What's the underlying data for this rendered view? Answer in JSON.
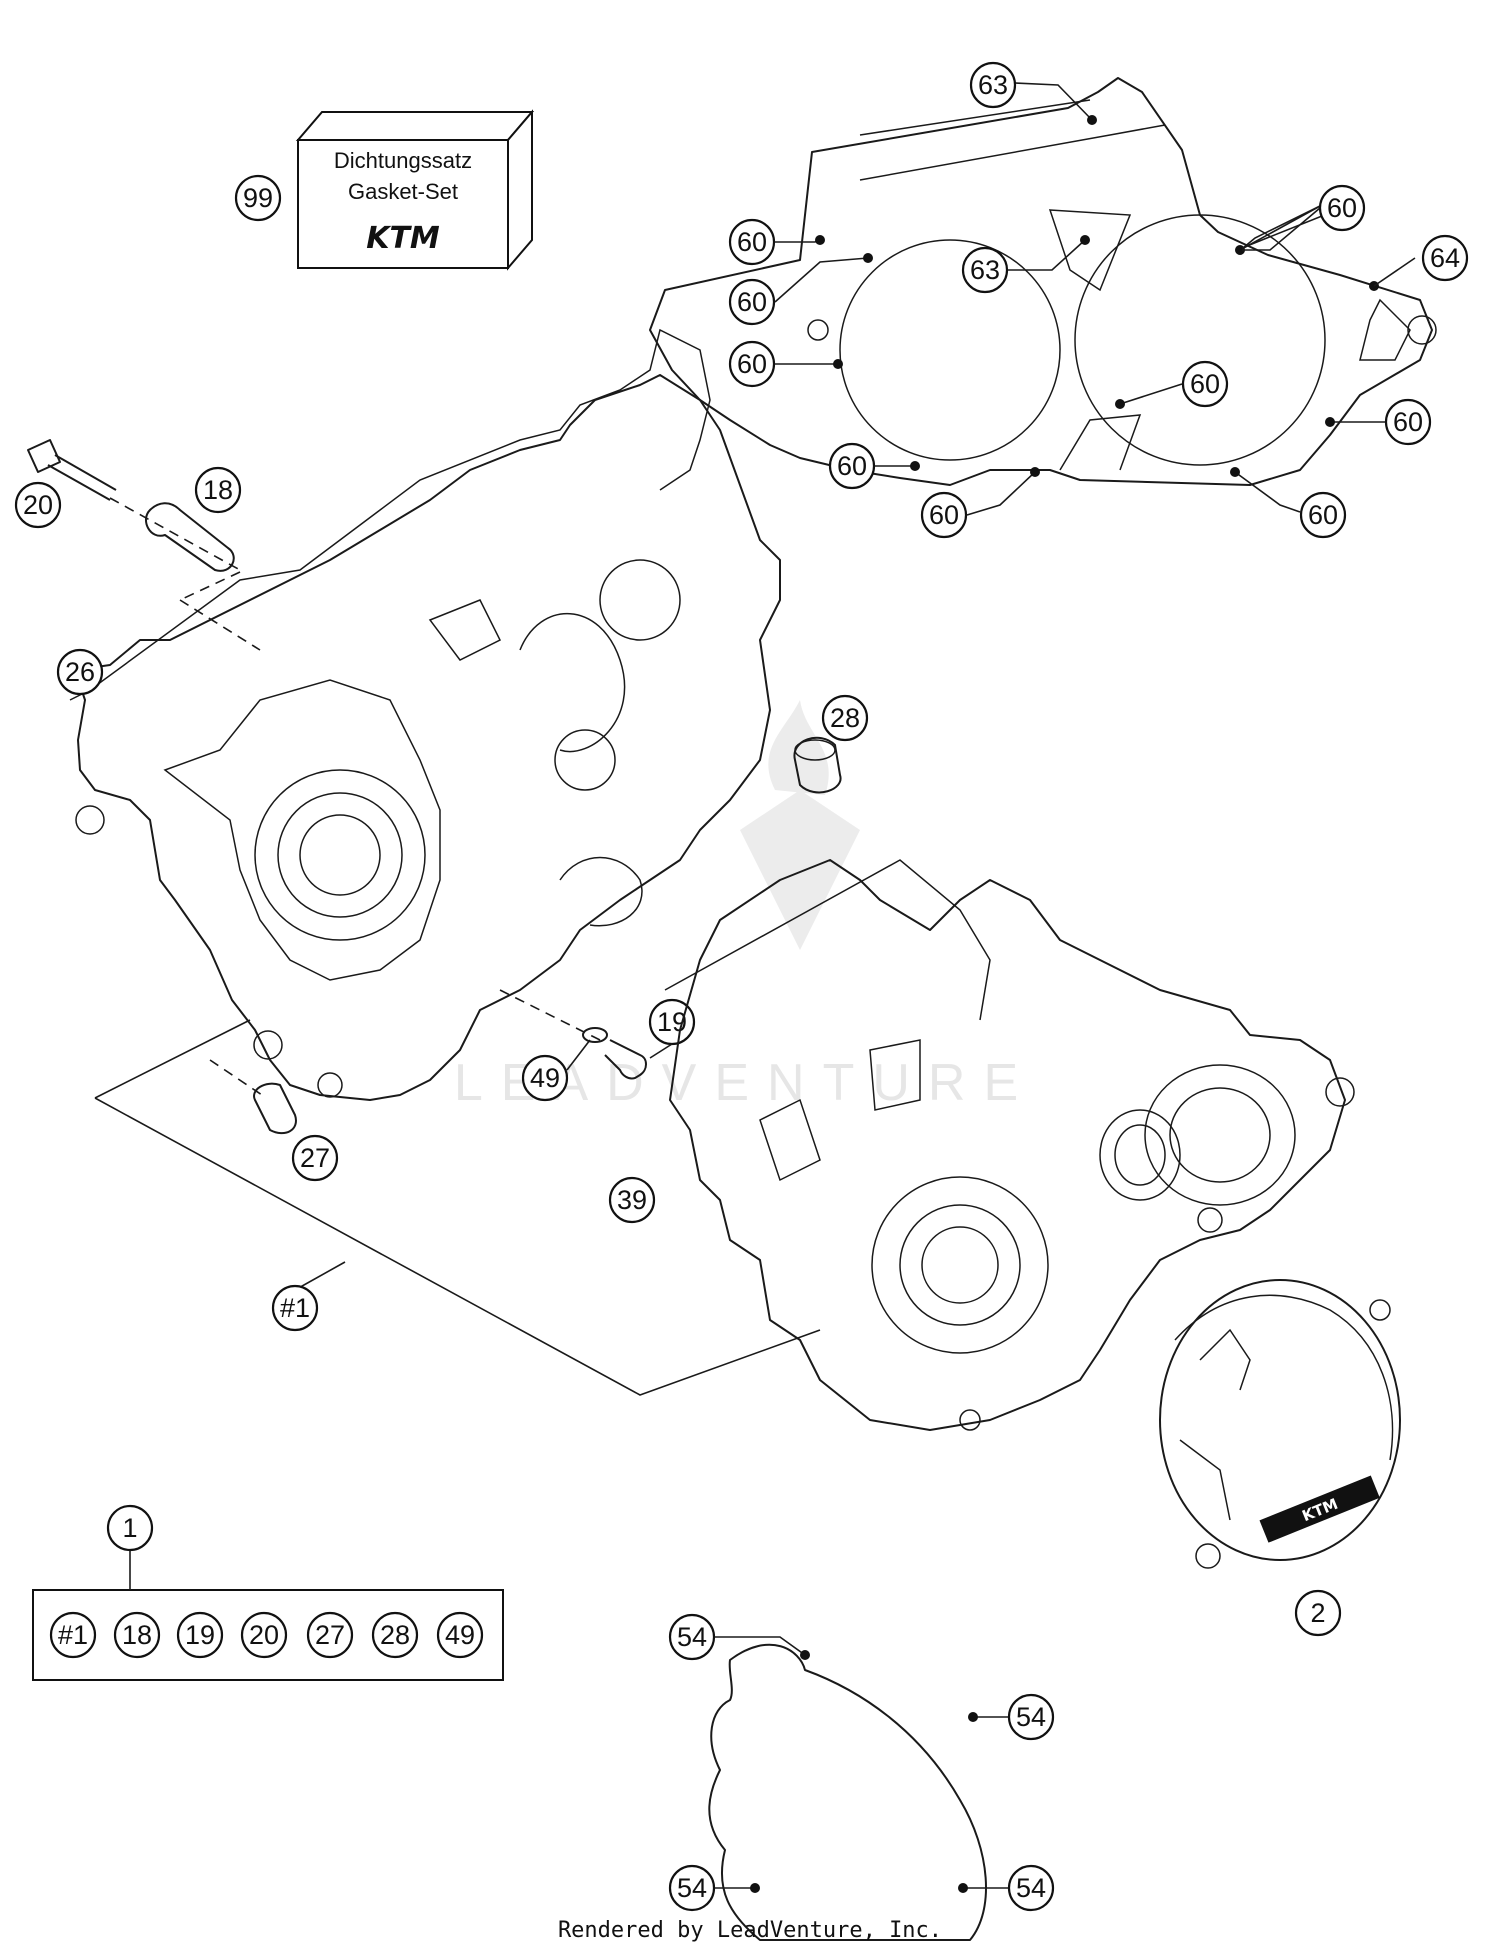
{
  "kit_box": {
    "line1": "Dichtungssatz",
    "line2": "Gasket-Set",
    "logo_text": "KTM"
  },
  "callouts": {
    "c99": "99",
    "c63a": "63",
    "c63b": "63",
    "c64": "64",
    "c60a": "60",
    "c60b": "60",
    "c60c": "60",
    "c60d": "60",
    "c60e": "60",
    "c60f": "60",
    "c60g": "60",
    "c60h": "60",
    "c60i": "60",
    "c20": "20",
    "c18": "18",
    "c26": "26",
    "c28": "28",
    "c19": "19",
    "c49": "49",
    "c27": "27",
    "c39": "39",
    "c_set": "#1",
    "c1": "1",
    "c2": "2",
    "c54a": "54",
    "c54b": "54",
    "c54c": "54",
    "c54d": "54"
  },
  "assembly_group": {
    "items": [
      "#1",
      "18",
      "19",
      "20",
      "27",
      "28",
      "49"
    ]
  },
  "cover_logo": "KTM",
  "watermark": "LEADVENTURE",
  "footer": "Rendered by LeadVenture, Inc."
}
